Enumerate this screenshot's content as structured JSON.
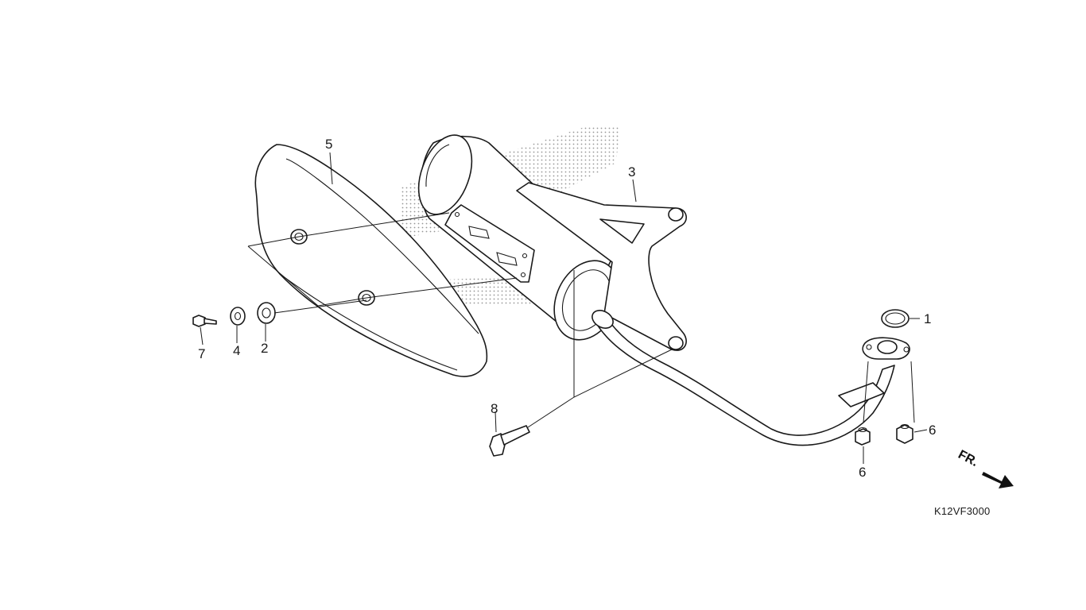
{
  "diagram": {
    "code": "K12VF3000",
    "direction_label": "FR.",
    "callouts": {
      "c1": "1",
      "c2": "2",
      "c3": "3",
      "c4": "4",
      "c5": "5",
      "c6a": "6",
      "c6b": "6",
      "c7": "7",
      "c8": "8"
    },
    "colors": {
      "line": "#1a1a1a",
      "fill": "#ffffff",
      "screen": "#9a9a9a",
      "arrow": "#111111"
    }
  }
}
